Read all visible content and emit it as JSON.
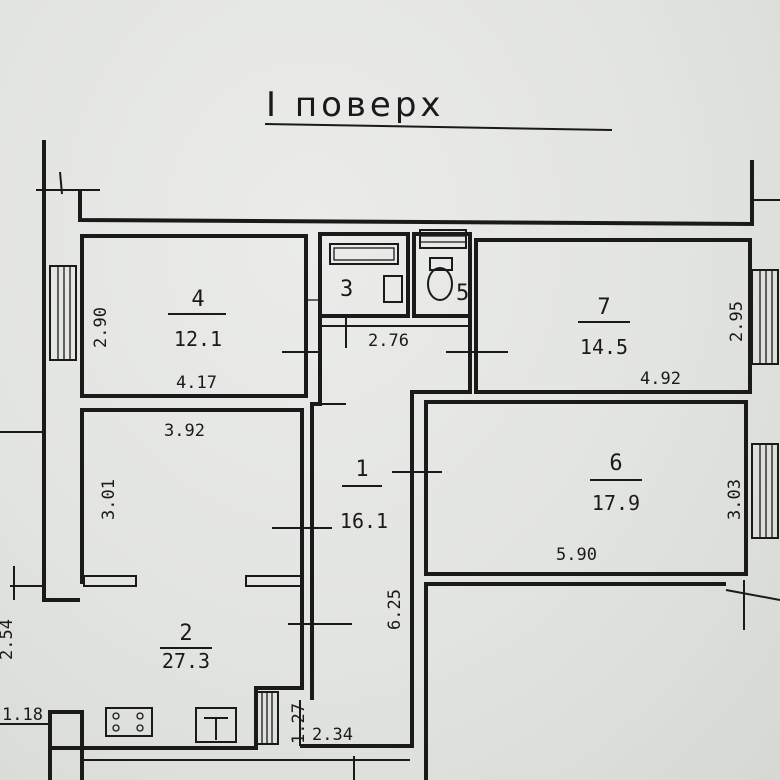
{
  "title": "I поверх",
  "rooms": [
    {
      "number": "4",
      "area": "12.1",
      "width": "4.17",
      "height": "2.90"
    },
    {
      "number": "7",
      "area": "14.5",
      "width": "4.92",
      "height": "2.95"
    },
    {
      "number": "6",
      "area": "17.9",
      "width": "5.90",
      "height": "3.03"
    },
    {
      "number": "1",
      "area": "16.1",
      "length": "6.25"
    },
    {
      "number": "2",
      "area": "27.3",
      "width": "3.92",
      "height": "3.01"
    },
    {
      "number": "3"
    },
    {
      "number": "5"
    }
  ],
  "dimensions": {
    "bath_width": "2.76",
    "closet_height": "1.27",
    "closet_width": "2.34",
    "left_edge_a": "1.18",
    "left_edge_b": "2.54"
  }
}
